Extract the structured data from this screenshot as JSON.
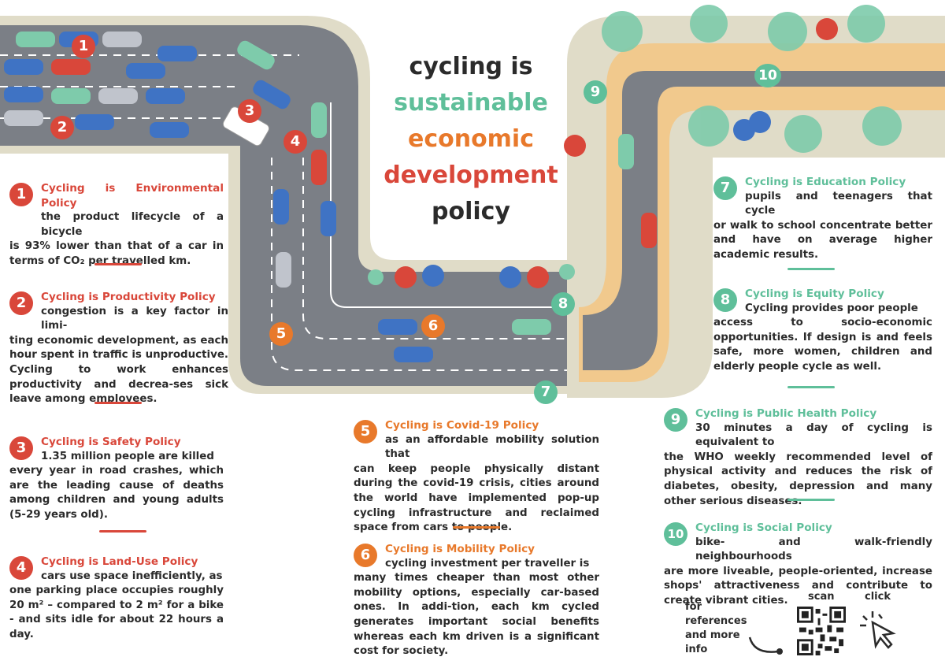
{
  "title": {
    "line1": "cycling is",
    "line2": "sustainable",
    "line3": "economic",
    "line4": "development",
    "line5": "policy"
  },
  "colors": {
    "red": "#d9473a",
    "orange": "#e8792b",
    "green": "#5fbf9a",
    "road": "#7b7f86",
    "verge": "#e0dcc8",
    "bikelane": "#f1c98d"
  },
  "map_markers": [
    "1",
    "2",
    "3",
    "4",
    "5",
    "6",
    "7",
    "8",
    "9",
    "10"
  ],
  "policies": [
    {
      "num": "1",
      "title": "Cycling is Environmental Policy",
      "first": "the product lifecycle of a bicycle",
      "rest": "is 93% lower than that of a car in terms of CO₂ per travelled km."
    },
    {
      "num": "2",
      "title": "Cycling is Productivity Policy",
      "first": "congestion is a key factor in limi-",
      "rest": "ting economic development, as each hour spent in traffic is unproductive. Cycling to work enhances productivity and decrea-ses sick leave among employees."
    },
    {
      "num": "3",
      "title": "Cycling is Safety Policy",
      "first": "1.35 million people are killed",
      "rest": "every year in road crashes, which are the leading cause of deaths among children and young adults (5-29 years old)."
    },
    {
      "num": "4",
      "title": "Cycling is Land-Use Policy",
      "first": "cars use space inefficiently, as",
      "rest": "one parking place occupies roughly 20 m² – compared to  2 m² for a bike - and sits idle for about 22 hours a day."
    },
    {
      "num": "5",
      "title": "Cycling is Covid-19 Policy",
      "first": "as an affordable mobility solution that",
      "rest": "can keep people physically distant during the covid-19 crisis, cities around the world have implemented pop-up cycling infrastructure and reclaimed space from cars to people."
    },
    {
      "num": "6",
      "title": "Cycling is Mobility Policy",
      "first": "cycling investment per traveller is",
      "rest": "many times cheaper than most other mobility options, especially car-based ones. In addi-tion, each km cycled generates important social benefits whereas each km driven is a significant cost for society."
    },
    {
      "num": "7",
      "title": "Cycling is Education Policy",
      "first": "pupils and teenagers that cycle",
      "rest": "or walk to school concentrate better and have on average higher academic results."
    },
    {
      "num": "8",
      "title": "Cycling is Equity Policy",
      "first": "Cycling provides poor people",
      "rest": "access to socio-economic opportunities. If design is and feels safe, more women, children and elderly people cycle as well."
    },
    {
      "num": "9",
      "title": "Cycling is Public Health Policy",
      "first": "30 minutes a day of cycling is equivalent to",
      "rest": "the WHO weekly recommended level of physical activity and reduces the risk of diabetes, obesity, depression and many other serious diseases."
    },
    {
      "num": "10",
      "title": "Cycling is Social Policy",
      "first": "bike- and walk-friendly neighbourhoods",
      "rest": "are more liveable, people-oriented, increase shops' attractiveness and contribute to create vibrant cities."
    }
  ],
  "footer": {
    "references": "for references and more info",
    "scan": "scan",
    "click": "click"
  }
}
